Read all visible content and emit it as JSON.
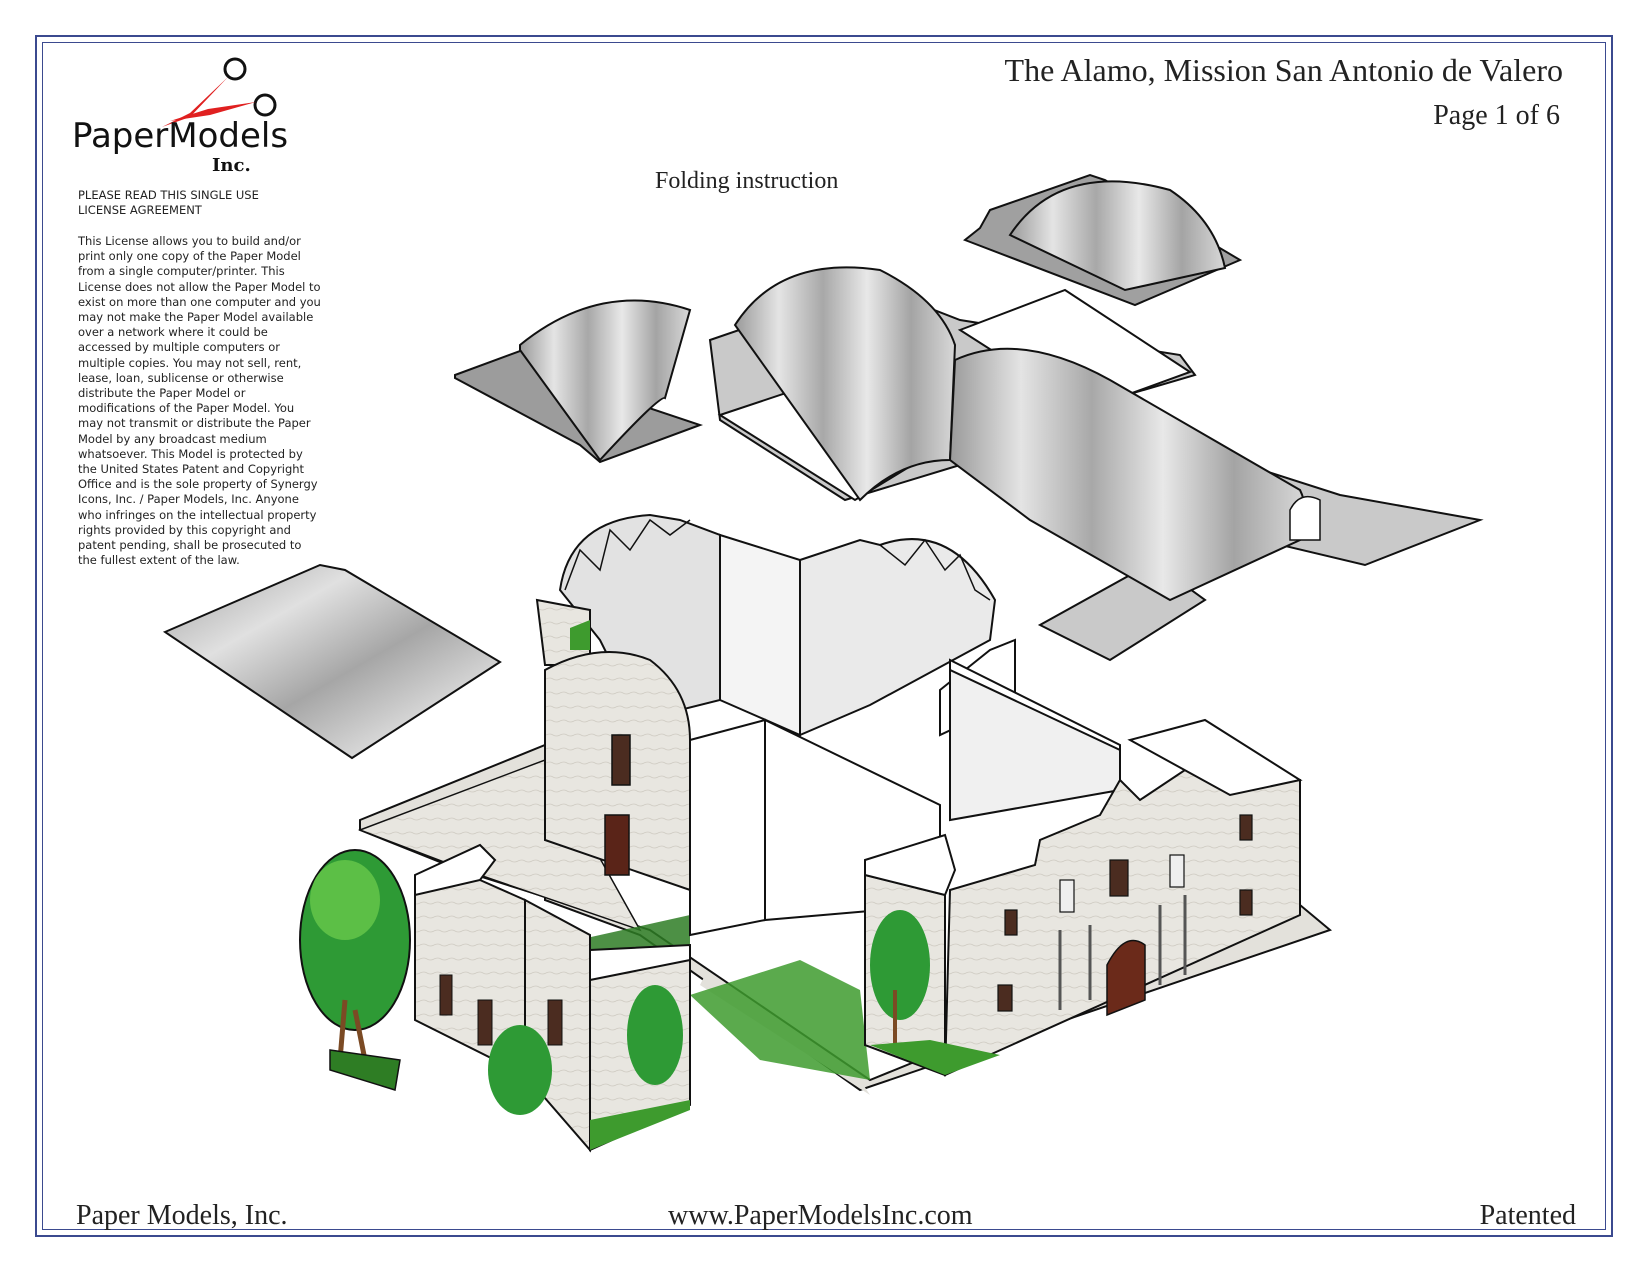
{
  "header": {
    "title": "The Alamo, Mission San Antonio de Valero",
    "page": "Page 1 of 6"
  },
  "logo": {
    "word": "PaperModels",
    "suffix": "Inc."
  },
  "license": {
    "heading": "PLEASE READ THIS SINGLE USE\nLICENSE AGREEMENT",
    "body": "This License allows you to build and/or\nprint only one copy of the Paper Model\nfrom a single computer/printer. This\nLicense does not allow the Paper Model to\nexist on more than one computer and you\nmay not make the Paper Model available\nover a network where it could be\naccessed by multiple computers or\nmultiple copies. You may not sell, rent,\nlease, loan, sublicense or otherwise\ndistribute the Paper Model or\nmodifications of the Paper Model.  You\nmay not transmit or distribute the Paper\nModel by any broadcast medium\nwhatsoever.  This Model is protected by\nthe United States Patent and Copyright\nOffice and is the sole property of Synergy\nIcons, Inc. / Paper Models, Inc.  Anyone\nwho infringes on the intellectual property\nrights provided by this copyright and\npatent pending, shall be prosecuted to\nthe fullest extent of the law."
  },
  "instruction_label": "Folding instruction",
  "footer": {
    "left": "Paper Models, Inc.",
    "center": "www.PaperModelsInc.com",
    "right": "Patented"
  },
  "colors": {
    "frame": "#3b4a8f",
    "scissors": "#e02020",
    "roof_gray": "#b8b8b8",
    "wall_stone": "#e6e4de",
    "grass": "#3e9b2e",
    "tree_green": "#2e9a35",
    "door_brown": "#6b2a1a"
  }
}
